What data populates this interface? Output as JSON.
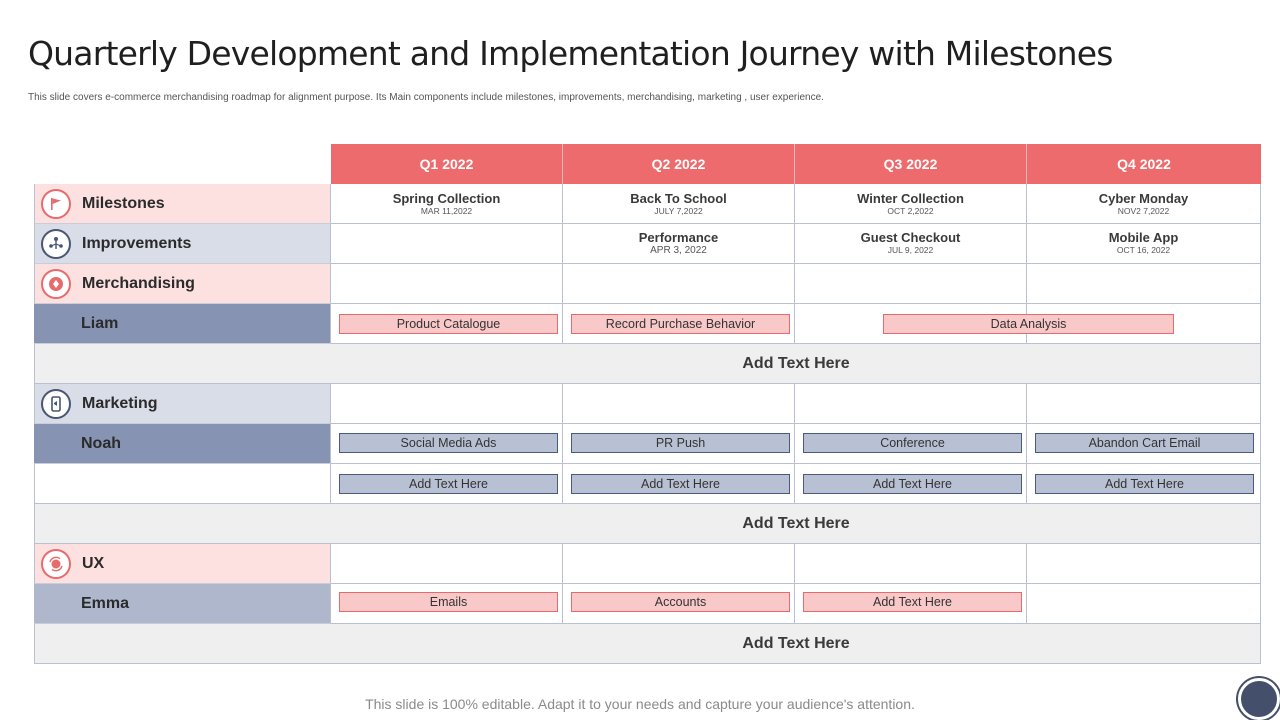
{
  "title": "Quarterly Development and Implementation Journey with Milestones",
  "subtitle": "This slide covers e-commerce merchandising roadmap for alignment purpose. Its Main components include milestones, improvements, merchandising, marketing , user experience.",
  "quarters": [
    "Q1 2022",
    "Q2 2022",
    "Q3 2022",
    "Q4 2022"
  ],
  "rows": {
    "milestones": "Milestones",
    "improvements": "Improvements",
    "merchandising": "Merchandising",
    "liam": "Liam",
    "marketing": "Marketing",
    "noah": "Noah",
    "ux": "UX",
    "emma": "Emma"
  },
  "milestones": [
    {
      "title": "Spring Collection",
      "date": "MAR 11,2022"
    },
    {
      "title": "Back To School",
      "date": "JULY 7,2022"
    },
    {
      "title": "Winter Collection",
      "date": "OCT 2,2022"
    },
    {
      "title": "Cyber Monday",
      "date": "NOV2 7,2022"
    }
  ],
  "improvements": [
    {
      "title": "Performance",
      "date": "APR 3, 2022"
    },
    {
      "title": "Guest Checkout",
      "date": "JUL 9, 2022"
    },
    {
      "title": "Mobile App",
      "date": "OCT 16, 2022"
    }
  ],
  "liam_tasks": [
    "Product Catalogue",
    "Record Purchase Behavior",
    "Data Analysis"
  ],
  "noah_tasks": [
    "Social Media Ads",
    "PR Push",
    "Conference",
    "Abandon Cart Email"
  ],
  "noah_tasks2": [
    "Add Text Here",
    "Add Text Here",
    "Add Text Here",
    "Add Text Here"
  ],
  "emma_tasks": [
    "Emails",
    "Accounts",
    "Add Text Here"
  ],
  "add_text": [
    "Add Text Here",
    "Add Text Here",
    "Add Text Here"
  ],
  "footer": "This slide is 100% editable. Adapt it to your needs and capture your audience's attention.",
  "colors": {
    "quarter_header": "#ee6b6d",
    "pink_row": "#fde0e0",
    "lavender_row": "#d9dde7",
    "slate_row": "#8693b2",
    "pink_bar": "#f9c8c8",
    "blue_bar": "#b8c1d3",
    "accent_navy": "#444f6c"
  },
  "icons": {
    "milestones": "flag-icon",
    "improvements": "people-network-icon",
    "merchandising": "badge-icon",
    "marketing": "phone-megaphone-icon",
    "ux": "globe-refresh-icon"
  }
}
